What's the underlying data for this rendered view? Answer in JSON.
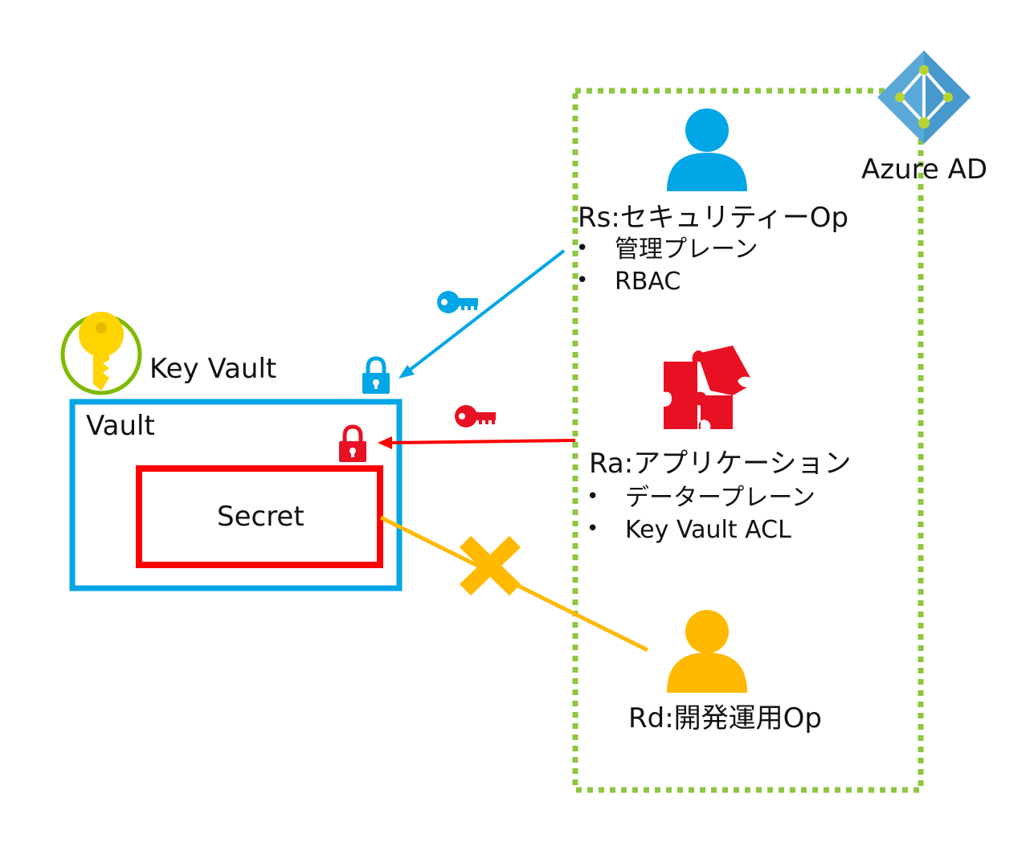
{
  "azure_ad": {
    "label": "Azure AD"
  },
  "key_vault": {
    "label": "Key Vault"
  },
  "vault": {
    "label": "Vault"
  },
  "secret": {
    "label": "Secret"
  },
  "roles": {
    "security": {
      "title": "Rs:セキュリティーOp",
      "bullets": [
        "管理プレーン",
        "RBAC"
      ]
    },
    "application": {
      "title": "Ra:アプリケーション",
      "bullets": [
        "データープレーン",
        "Key Vault ACL"
      ]
    },
    "devops": {
      "title": "Rd:開発運用Op"
    }
  },
  "colors": {
    "security": "#00a6e6",
    "application": "#ff0000",
    "devops": "#ffb900",
    "azure_ad_border": "#8ec63f",
    "key_vault_ring": "#7fba00",
    "key_gold": "#ffd400",
    "vault_border": "#00a6e6",
    "secret_border": "#ff0000"
  },
  "icons": {
    "azure_ad": "azure-ad-icon",
    "key_vault": "key-vault-icon",
    "security_user": "user-icon",
    "application": "puzzle-icon",
    "devops_user": "user-icon",
    "blue_key": "key-icon",
    "red_key": "key-icon",
    "blue_lock": "lock-icon",
    "red_lock": "lock-icon",
    "denied": "cross-icon"
  }
}
